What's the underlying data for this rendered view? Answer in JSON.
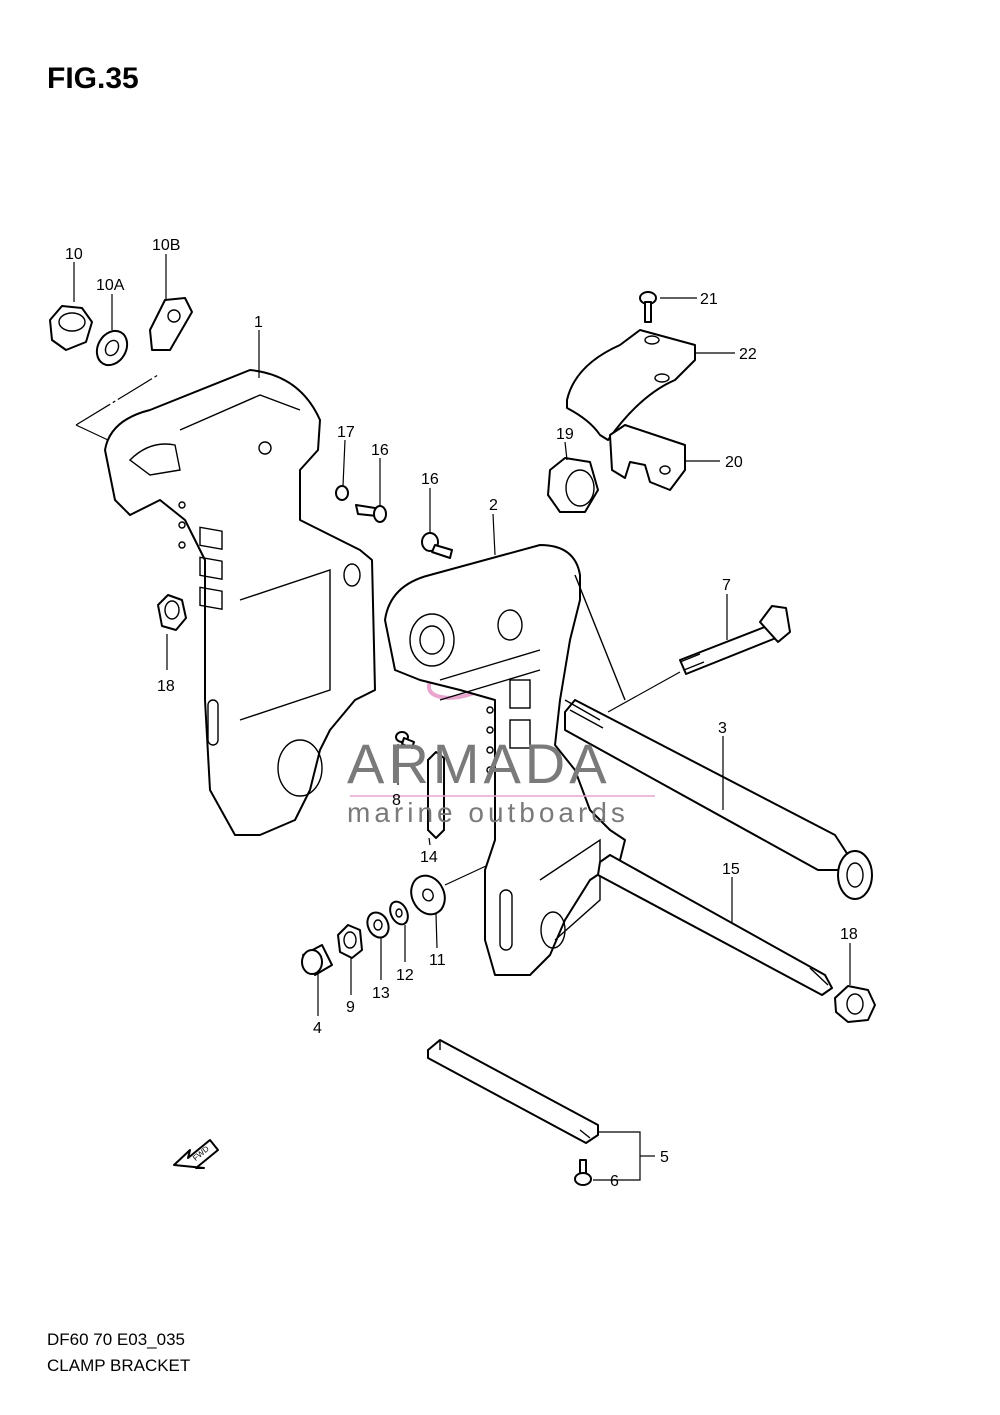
{
  "title": "FIG.35",
  "footer": {
    "code": "DF60 70 E03_035",
    "name": "CLAMP BRACKET"
  },
  "watermark": {
    "brand": "ARMADA",
    "tagline": "marine outboards",
    "accent_color": "#e8a6cf",
    "text_color": "#7a7a7a"
  },
  "fwd_label": "FWD",
  "labels": [
    {
      "id": "10",
      "text": "10"
    },
    {
      "id": "10a",
      "text": "10A"
    },
    {
      "id": "10b",
      "text": "10B"
    },
    {
      "id": "1",
      "text": "1"
    },
    {
      "id": "21",
      "text": "21"
    },
    {
      "id": "22",
      "text": "22"
    },
    {
      "id": "17",
      "text": "17"
    },
    {
      "id": "16a",
      "text": "16"
    },
    {
      "id": "16b",
      "text": "16"
    },
    {
      "id": "19",
      "text": "19"
    },
    {
      "id": "20",
      "text": "20"
    },
    {
      "id": "2",
      "text": "2"
    },
    {
      "id": "7",
      "text": "7"
    },
    {
      "id": "18a",
      "text": "18"
    },
    {
      "id": "3",
      "text": "3"
    },
    {
      "id": "8",
      "text": "8"
    },
    {
      "id": "14",
      "text": "14"
    },
    {
      "id": "15",
      "text": "15"
    },
    {
      "id": "18b",
      "text": "18"
    },
    {
      "id": "11",
      "text": "11"
    },
    {
      "id": "12",
      "text": "12"
    },
    {
      "id": "13",
      "text": "13"
    },
    {
      "id": "9",
      "text": "9"
    },
    {
      "id": "4",
      "text": "4"
    },
    {
      "id": "5",
      "text": "5"
    },
    {
      "id": "6",
      "text": "6"
    }
  ]
}
